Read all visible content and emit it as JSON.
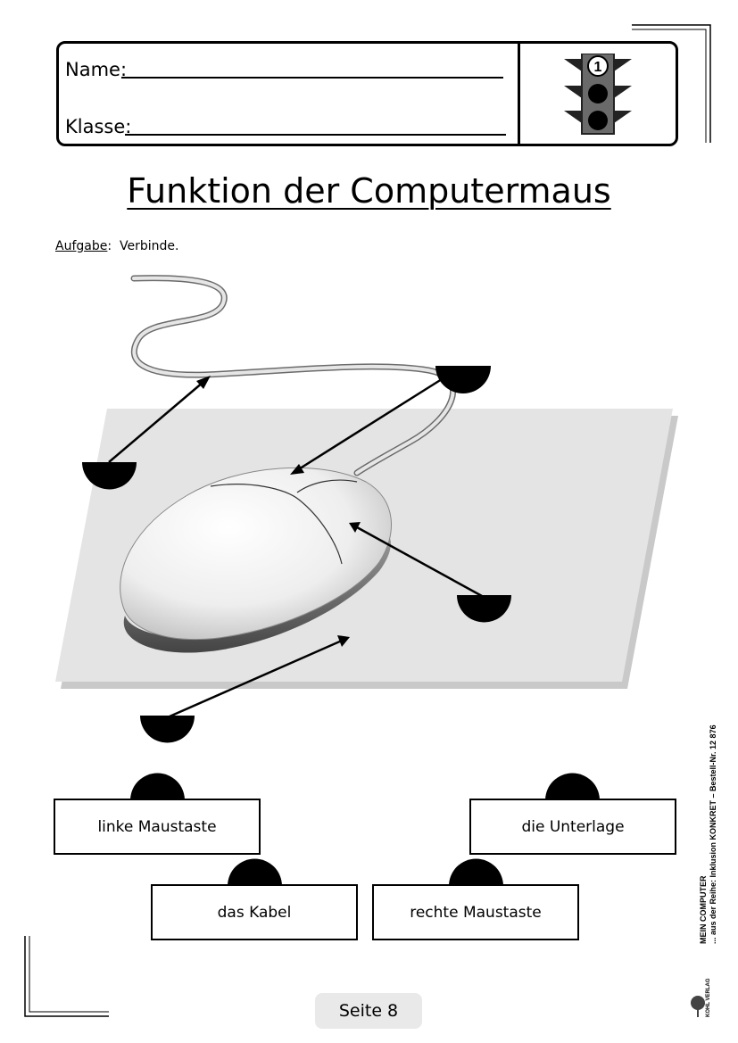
{
  "header": {
    "name_label": "Name:",
    "class_label": "Klasse:",
    "level_number": "1"
  },
  "title": "Funktion der Computermaus",
  "task": {
    "label": "Aufgabe",
    "separator": ":",
    "instruction": "Verbinde."
  },
  "labels": {
    "left_button": "linke Maustaste",
    "mat": "die Unterlage",
    "cable": "das Kabel",
    "right_button": "rechte Maustaste"
  },
  "footer": {
    "page": "Seite 8",
    "side_line1": "MEIN COMPUTER",
    "side_line2": "... aus der Reihe: Inklusion KONKRET  –  Bestell-Nr. 12 876",
    "publisher": "KOHL VERLAG"
  },
  "colors": {
    "mat": "#e4e4e4",
    "mat_shadow": "#c9c9c9",
    "cable": "#d8d8d8",
    "ink": "#000000",
    "page_badge": "#e9e9e9"
  }
}
